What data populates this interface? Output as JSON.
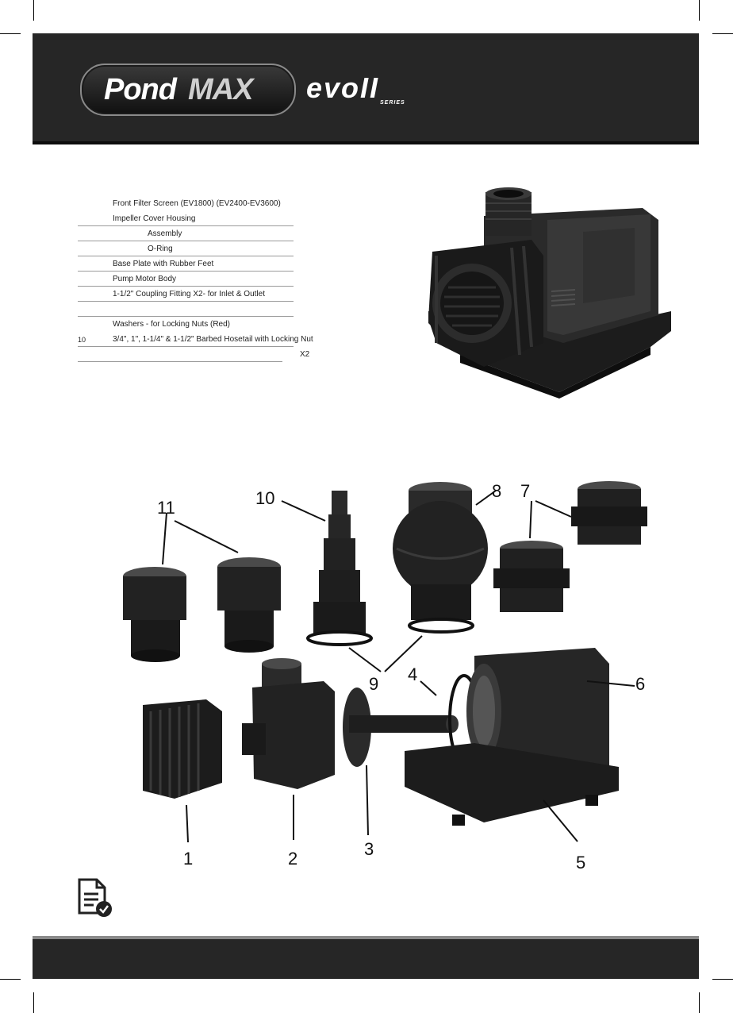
{
  "header": {
    "brand_word_1": "Pond",
    "brand_word_2": "MAX",
    "series_word": "evo",
    "series_numeral": "II",
    "series_sub": "SERIES"
  },
  "parts_list": [
    {
      "number": "",
      "text": "Front Filter Screen (EV1800) (EV2400-EV3600)"
    },
    {
      "number": "",
      "text": "Impeller Cover Housing"
    },
    {
      "number": "",
      "text": "Assembly"
    },
    {
      "number": "",
      "text": "O-Ring"
    },
    {
      "number": "",
      "text": "Base Plate with Rubber Feet"
    },
    {
      "number": "",
      "text": "Pump Motor Body"
    },
    {
      "number": "",
      "text": "1-1/2\" Coupling Fitting X2- for Inlet & Outlet"
    },
    {
      "number": "",
      "text": ""
    },
    {
      "number": "",
      "text": "Washers - for Locking Nuts (Red)"
    },
    {
      "number": "10",
      "text": "3/4\", 1\", 1-1/4\" & 1-1/2\" Barbed Hosetail with Locking Nut"
    },
    {
      "number": "",
      "text": "X2"
    }
  ],
  "callouts": {
    "c1": "1",
    "c2": "2",
    "c3": "3",
    "c4": "4",
    "c5": "5",
    "c6": "6",
    "c7": "7",
    "c8": "8",
    "c9": "9",
    "c10": "10",
    "c11": "11"
  },
  "icons": {
    "document_check": "document-check-icon"
  },
  "colors": {
    "header_bg": "#262626",
    "footer_rule": "#8a8a8a"
  }
}
